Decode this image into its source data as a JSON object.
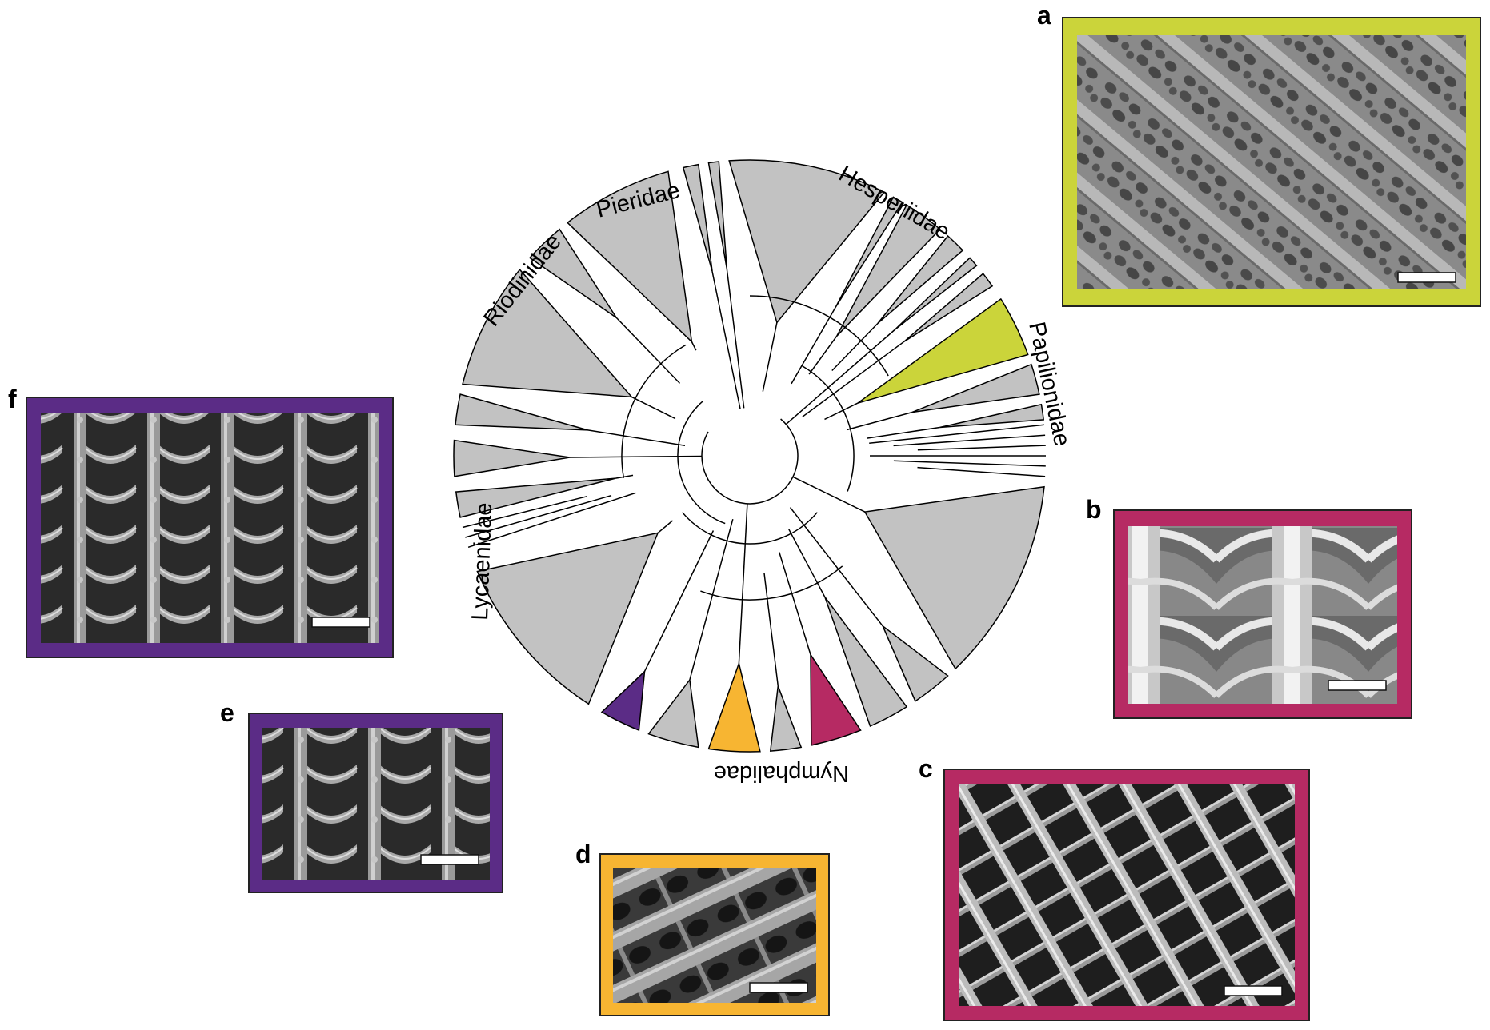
{
  "figure": {
    "clades": [
      {
        "id": "hesperiidae",
        "label": "Hesperiidae"
      },
      {
        "id": "papilionidae",
        "label": "Papilionidae"
      },
      {
        "id": "pieridae",
        "label": "Pieridae"
      },
      {
        "id": "riodinidae",
        "label": "Riodinidae"
      },
      {
        "id": "lycaenidae",
        "label": "Lycaenidae"
      },
      {
        "id": "nymphalidae",
        "label": "Nymphalidae"
      }
    ],
    "panels": [
      {
        "id": "a",
        "letter": "a",
        "frame_color": "#cbd43a",
        "texture": "honeycomb"
      },
      {
        "id": "b",
        "letter": "b",
        "frame_color": "#b62a63",
        "texture": "ridges-bright"
      },
      {
        "id": "c",
        "letter": "c",
        "frame_color": "#b62a63",
        "texture": "ladder-diagonal"
      },
      {
        "id": "d",
        "letter": "d",
        "frame_color": "#f7b532",
        "texture": "ladder-diagonal-dark"
      },
      {
        "id": "e",
        "letter": "e",
        "frame_color": "#5b2c86",
        "texture": "ladder-vertical"
      },
      {
        "id": "f",
        "letter": "f",
        "frame_color": "#5b2c86",
        "texture": "ladder-vertical"
      }
    ],
    "colors": {
      "papilionidae_highlight": "#cbd43a",
      "nymphalidae_purple": "#5b2c86",
      "nymphalidae_orange": "#f7b532",
      "nymphalidae_magenta": "#b62a63",
      "clade_gray": "#c2c2c2"
    }
  }
}
